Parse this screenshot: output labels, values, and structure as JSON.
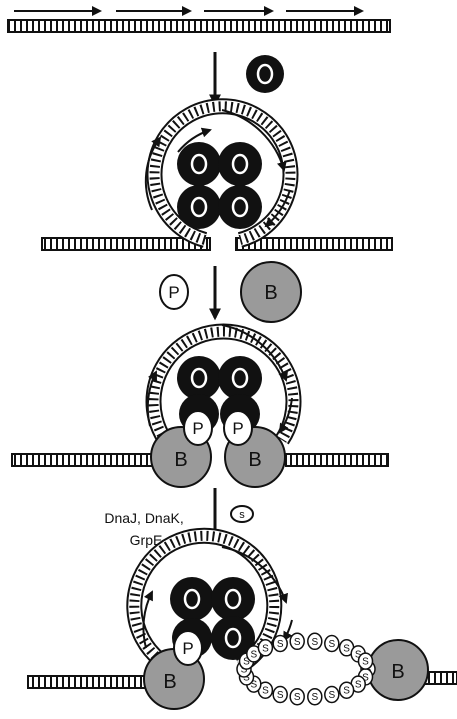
{
  "labels": {
    "o_protein": "O",
    "p_protein": "P",
    "b_protein": "B",
    "s_protein": "s",
    "ssb": "S"
  },
  "chaperones": [
    "DnaJ, DnaK,",
    "GrpE"
  ],
  "colors": {
    "ink": "#111111",
    "b_fill": "#9a9a9a",
    "white": "#ffffff"
  }
}
